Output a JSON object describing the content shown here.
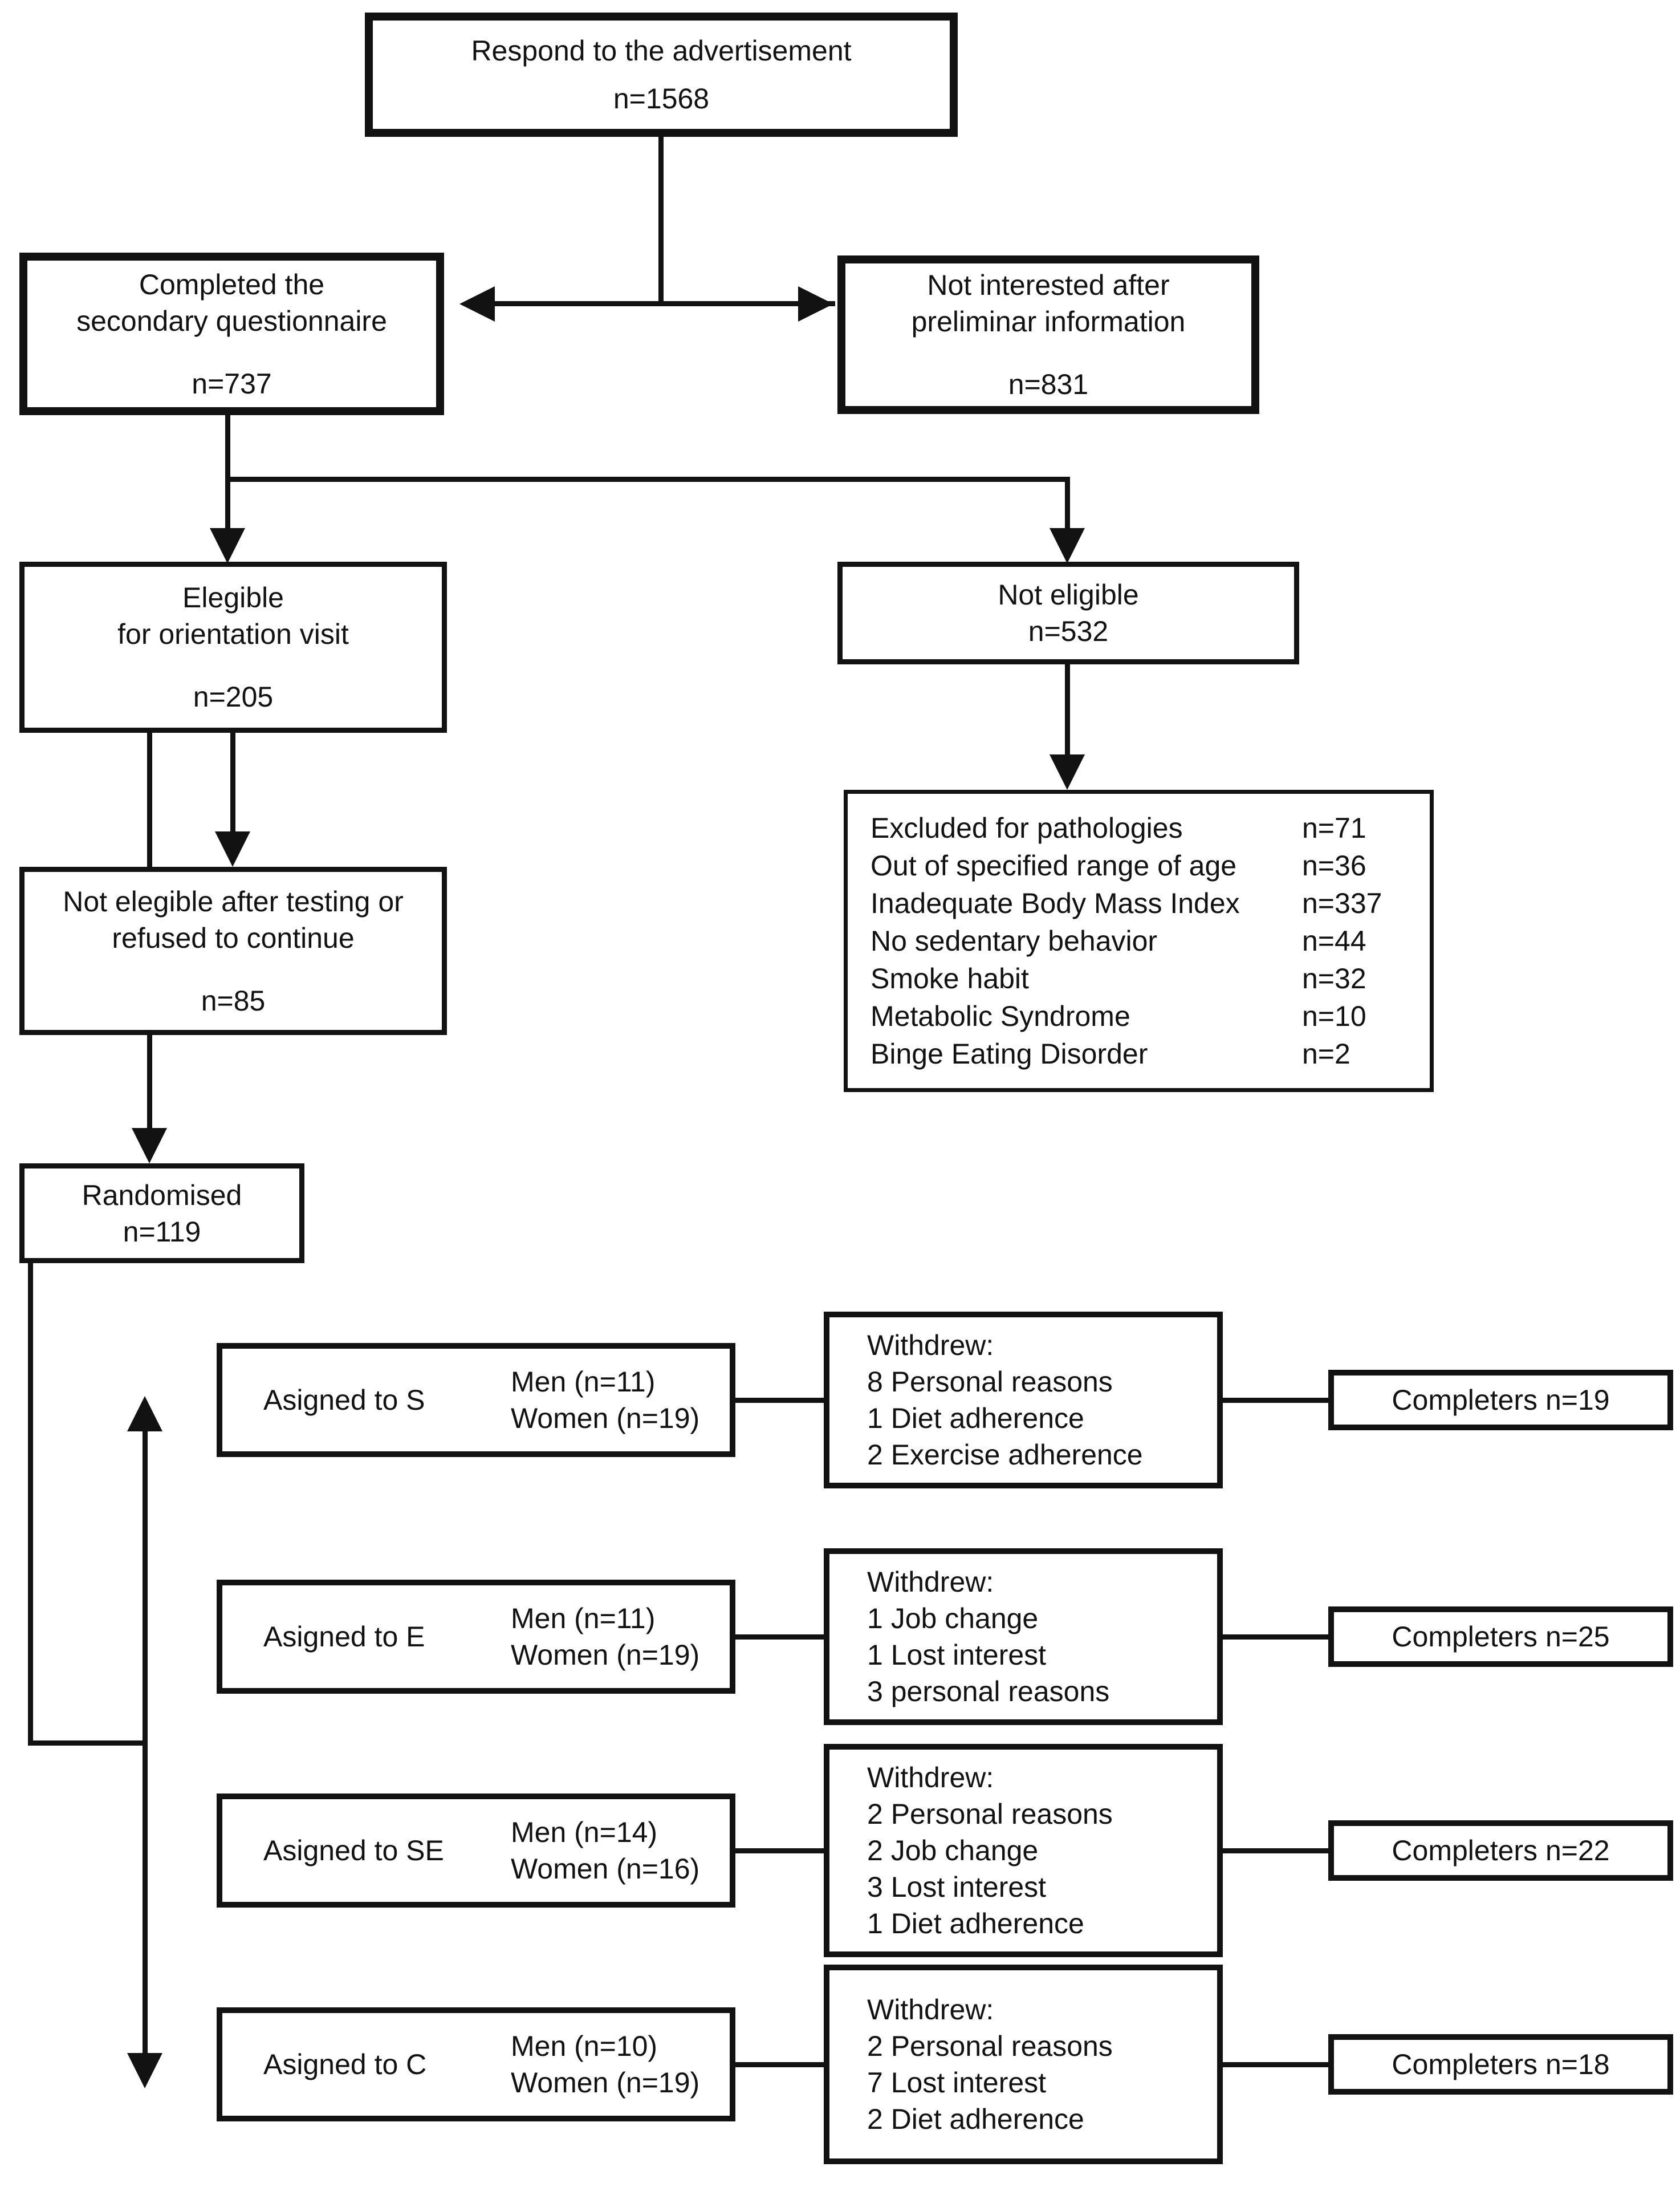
{
  "figure": "Participant flow diagram (randomised trial enrollment)",
  "colors": {
    "line": "#121212",
    "box_bg": "#ffffff",
    "text": "#121212",
    "page_bg": "#ffffff"
  },
  "boxes": {
    "respond": {
      "line1": "Respond to the advertisement",
      "n": "n=1568"
    },
    "completed": {
      "line1": "Completed the",
      "line2": "secondary questionnaire",
      "n": "n=737"
    },
    "not_interested": {
      "line1": "Not interested after",
      "line2": "preliminar information",
      "n": "n=831"
    },
    "elegible": {
      "line1": "Elegible",
      "line2": "for orientation visit",
      "n": "n=205"
    },
    "not_eligible": {
      "line1": "Not eligible",
      "n": "n=532"
    },
    "not_elegible_after": {
      "line1": "Not elegible after testing or",
      "line2": "refused to continue",
      "n": "n=85"
    },
    "randomised": {
      "line1": "Randomised",
      "n": "n=119"
    }
  },
  "excluded": {
    "items": [
      {
        "label": "Excluded for pathologies",
        "n": "n=71"
      },
      {
        "label": "Out of specified range of age",
        "n": "n=36"
      },
      {
        "label": "Inadequate Body Mass Index",
        "n": "n=337"
      },
      {
        "label": "No sedentary behavior",
        "n": "n=44"
      },
      {
        "label": "Smoke habit",
        "n": "n=32"
      },
      {
        "label": "Metabolic Syndrome",
        "n": "n=10"
      },
      {
        "label": "Binge Eating Disorder",
        "n": "n=2"
      }
    ]
  },
  "groups": [
    {
      "assigned": "Asigned to S",
      "men": "Men (n=11)",
      "women": "Women (n=19)",
      "withdrew_title": "Withdrew:",
      "withdrew": [
        "8 Personal reasons",
        "1 Diet adherence",
        "2 Exercise adherence"
      ],
      "completers": "Completers n=19"
    },
    {
      "assigned": "Asigned to E",
      "men": "Men (n=11)",
      "women": "Women (n=19)",
      "withdrew_title": "Withdrew:",
      "withdrew": [
        "1 Job change",
        "1 Lost interest",
        "3 personal reasons"
      ],
      "completers": "Completers n=25"
    },
    {
      "assigned": "Asigned to SE",
      "men": "Men (n=14)",
      "women": "Women (n=16)",
      "withdrew_title": "Withdrew:",
      "withdrew": [
        "2 Personal reasons",
        "2 Job change",
        "3 Lost interest",
        "1 Diet adherence"
      ],
      "completers": "Completers n=22"
    },
    {
      "assigned": "Asigned to C",
      "men": "Men (n=10)",
      "women": "Women (n=19)",
      "withdrew_title": "Withdrew:",
      "withdrew": [
        "2 Personal reasons",
        "7 Lost interest",
        "2 Diet adherence"
      ],
      "completers": "Completers n=18"
    }
  ]
}
